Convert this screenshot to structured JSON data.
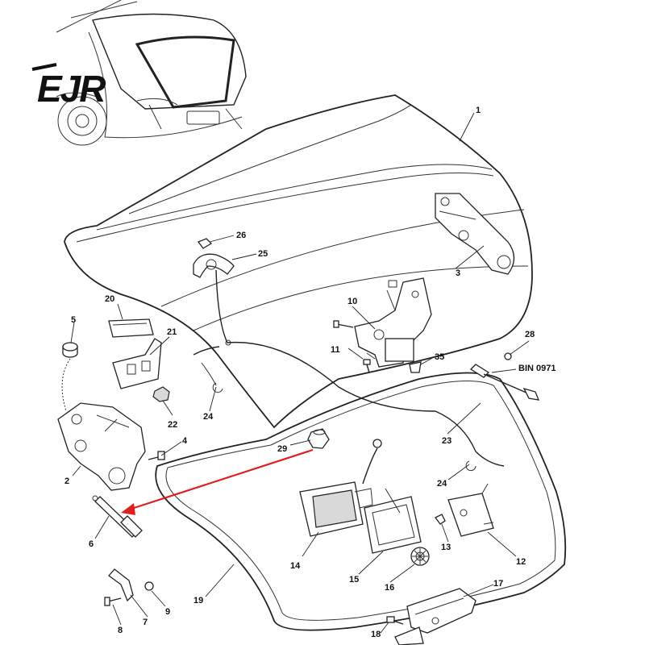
{
  "logo": {
    "text": "EJR"
  },
  "reference_code": "BIN 0971",
  "callouts": {
    "c1": "1",
    "c2": "2",
    "c3": "3",
    "c4": "4",
    "c5": "5",
    "c6": "6",
    "c7": "7",
    "c8": "8",
    "c9": "9",
    "c10": "10",
    "c11": "11",
    "c12": "12",
    "c13": "13",
    "c14": "14",
    "c15": "15",
    "c16": "16",
    "c17": "17",
    "c18": "18",
    "c19": "19",
    "c20": "20",
    "c21": "21",
    "c22": "22",
    "c23": "23",
    "c24a": "24",
    "c24b": "24",
    "c25": "25",
    "c26": "26",
    "c28": "28",
    "c29": "29",
    "c35": "35"
  },
  "colors": {
    "line": "#222222",
    "arrow": "#e02020",
    "background": "#ffffff"
  }
}
